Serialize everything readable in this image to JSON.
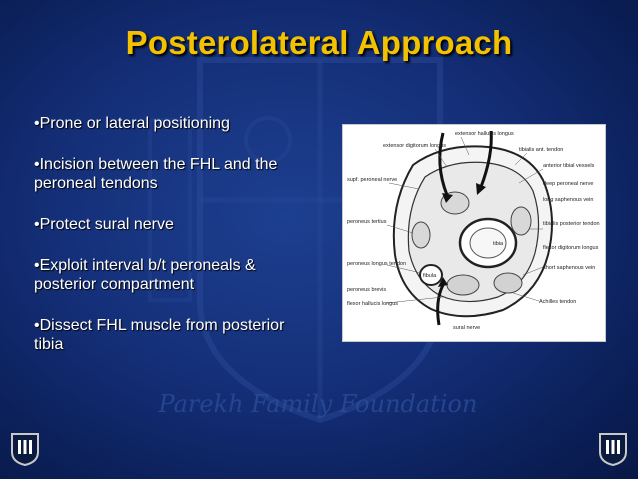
{
  "slide": {
    "title": "Posterolateral Approach",
    "bullets": [
      "•Prone or lateral positioning",
      "•Incision between the FHL and the peroneal tendons",
      "•Protect sural nerve",
      "•Exploit interval b/t peroneals & posterior compartment",
      "•Dissect FHL muscle from posterior tibia"
    ],
    "watermark_text": "Parekh Family Foundation",
    "figure": {
      "labels": {
        "extensor_hallucis_longus": "extensor hallucis longus",
        "extensor_digitorum_longus": "extensor digitorum longus",
        "tibialis_ant_tendon": "tibialis ant. tendon",
        "anterior_tibial_vessels": "anterior tibial vessels",
        "deep_peroneal_nerve": "deep peroneal nerve",
        "long_saphenous_vein": "long saphenous vein",
        "supf_peroneal_nerve": "supf. peroneal nerve",
        "peroneus_tertius": "peroneus tertius",
        "tibia": "tibia",
        "tibialis_posterior_tendon": "tibialis posterior tendon",
        "flexor_digitorum_longus": "flexor digitorum longus",
        "short_saphenous_vein": "short saphenous vein",
        "peroneus_longus_tendon": "peroneus longus tendon",
        "fibula": "fibula",
        "peroneus_brevis": "peroneus brevis",
        "achilles_tendon": "Achilles tendon",
        "flexor_hallucis_longus": "flexor hallucis longus",
        "sural_nerve": "sural nerve"
      }
    }
  },
  "colors": {
    "background": "#15307a",
    "title": "#f2c200",
    "bullet_text": "#ffffff"
  }
}
